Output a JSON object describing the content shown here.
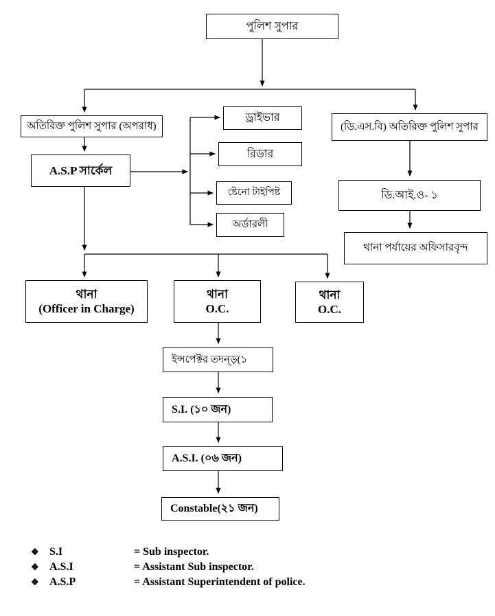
{
  "diagram": {
    "nodes": {
      "police_super": "পুলিশ সুপার",
      "addl_super_crime": "অতিরিক্ত পুলিশ সুপার (অপরাধ)",
      "asp_circle": "A.S.P সার্কেল",
      "driver": "ড্রাইভার",
      "reader": "রিডার",
      "steno_typist": "ষ্টেনো টাইপিষ্ট",
      "orderly": "অর্ডারলী",
      "dsb_addl_super": "(ডি.এস.বি) অতিরিক্ত পুলিশ সুপার",
      "dio_1": "ডি.আই.ও- ১",
      "thana_level_officers": "থানা পর্যায়ের অফিসারবৃন্দ",
      "thana_oic_line1": "থানা",
      "thana_oic_line2": "(Officer in Charge)",
      "thana_oc_line1": "থানা",
      "thana_oc_line2": "O.C.",
      "inspector_investigation": "ইন্সপেক্টর তদন্ড়(১",
      "si": "S.I. (১০ জন)",
      "asi": "A.S.I. (০৬ জন)",
      "constable": "Constable(২১ জন)"
    },
    "legend": {
      "bullet": "❖",
      "items": [
        {
          "term": "S.I",
          "definition": "= Sub inspector."
        },
        {
          "term": "A.S.I",
          "definition": "= Assistant Sub inspector."
        },
        {
          "term": "A.S.P",
          "definition": "= Assistant Superintendent of police."
        }
      ]
    },
    "colors": {
      "line": "#000000",
      "box_border": "#000000",
      "background": "#ffffff",
      "text": "#000000"
    }
  }
}
